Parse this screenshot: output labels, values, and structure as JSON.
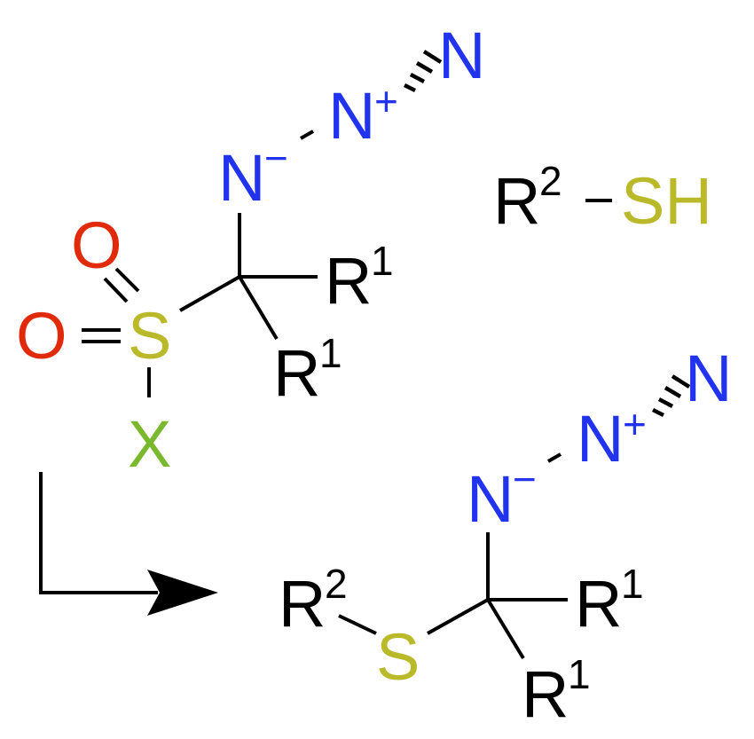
{
  "colors": {
    "carbon_bond": "#000000",
    "nitrogen": "#2233ee",
    "oxygen": "#e02a0a",
    "sulfur": "#b9b92a",
    "halogen": "#7ab82e",
    "text": "#000000"
  },
  "reactant": {
    "oxygen_top": "O",
    "oxygen_left": "O",
    "sulfur": "S",
    "leaving_group": "X",
    "r1_upper": "R",
    "r1_upper_sup": "1",
    "r1_lower": "R",
    "r1_lower_sup": "1",
    "azide_n1": "N",
    "azide_n1_charge": "−",
    "azide_n2": "N",
    "azide_n2_charge": "+",
    "azide_n3": "N"
  },
  "reagent": {
    "r2": "R",
    "r2_sup": "2",
    "sh": "SH"
  },
  "product": {
    "r2": "R",
    "r2_sup": "2",
    "sulfur": "S",
    "r1_upper": "R",
    "r1_upper_sup": "1",
    "r1_lower": "R",
    "r1_lower_sup": "1",
    "azide_n1": "N",
    "azide_n1_charge": "−",
    "azide_n2": "N",
    "azide_n2_charge": "+",
    "azide_n3": "N"
  }
}
